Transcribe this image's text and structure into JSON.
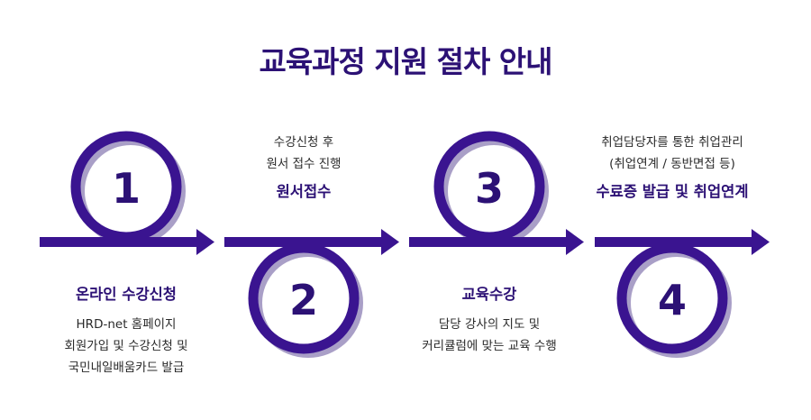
{
  "title": "교육과정 지원 절차 안내",
  "colors": {
    "primary": "#3a1490",
    "ring_shadow": "#a99fc7",
    "heading": "#2c1175"
  },
  "steps": [
    {
      "number": "1",
      "heading": "온라인 수강신청",
      "lines": [
        "HRD-net 홈페이지",
        "회원가입 및 수강신청 및",
        "국민내일배움카드 발급"
      ]
    },
    {
      "number": "2",
      "heading": "원서접수",
      "lines": [
        "수강신청 후",
        "원서 접수 진행"
      ]
    },
    {
      "number": "3",
      "heading": "교육수강",
      "lines": [
        "담당 강사의 지도 및",
        "커리큘럼에 맞는 교육 수행"
      ]
    },
    {
      "number": "4",
      "heading": "수료증 발급 및 취업연계",
      "lines": [
        "취업담당자를 통한 취업관리",
        "(취업연계 / 동반면접 등)"
      ]
    }
  ]
}
